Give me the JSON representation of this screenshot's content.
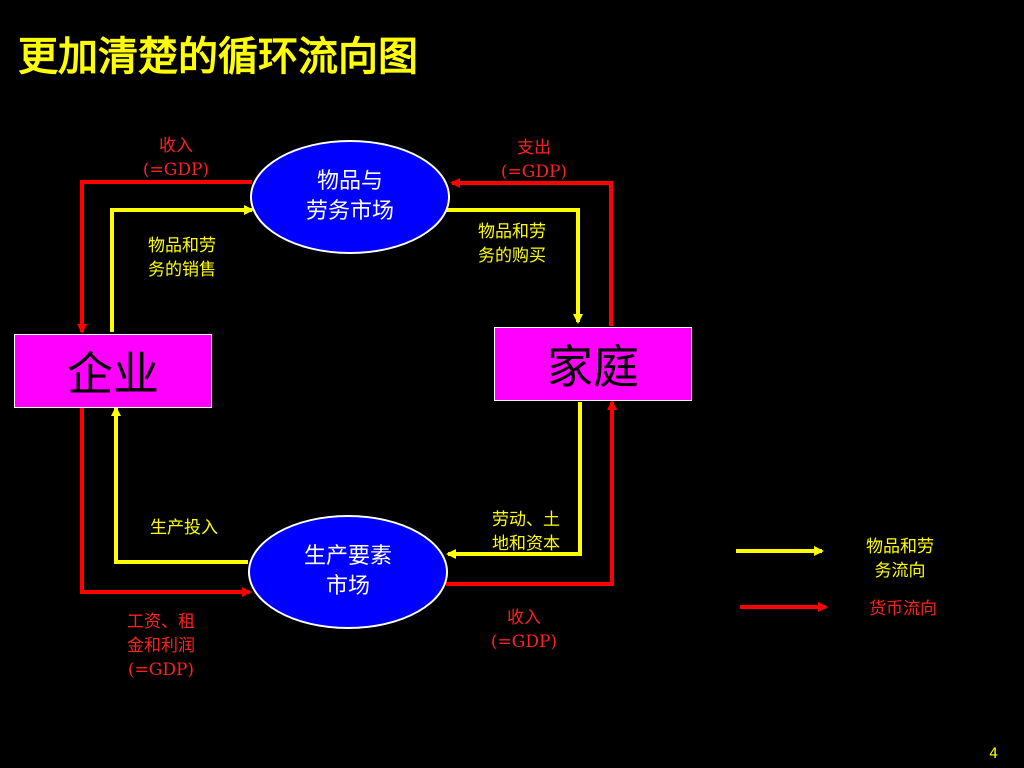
{
  "title": "更加清楚的循环流向图",
  "nodes": {
    "firm": "企业",
    "household": "家庭",
    "goods_market": [
      "物品与",
      "劳务市场"
    ],
    "factor_market": [
      "生产要素",
      "市场"
    ]
  },
  "labels": {
    "revenue_top": [
      "收入",
      "(=GDP)"
    ],
    "spending_top": [
      "支出",
      "(=GDP)"
    ],
    "goods_sold": [
      "物品和劳",
      "务的销售"
    ],
    "goods_bought": [
      "物品和劳",
      "务的购买"
    ],
    "factor_inputs": "生产投入",
    "labor_land_capital": [
      "劳动、土",
      "地和资本"
    ],
    "wages_rent_profit": [
      "工资、租",
      "金和利润",
      "(=GDP)"
    ],
    "income_bottom": [
      "收入",
      "(=GDP)"
    ]
  },
  "legend": {
    "goods_flow": [
      "物品和劳",
      "务流向"
    ],
    "money_flow": "货币流向"
  },
  "colors": {
    "goods_flow": "#ffff00",
    "money_flow": "#ff0000",
    "node_box": "#ff00ff",
    "market": "#0000ff",
    "title": "#ffff00"
  },
  "page_number": "4"
}
